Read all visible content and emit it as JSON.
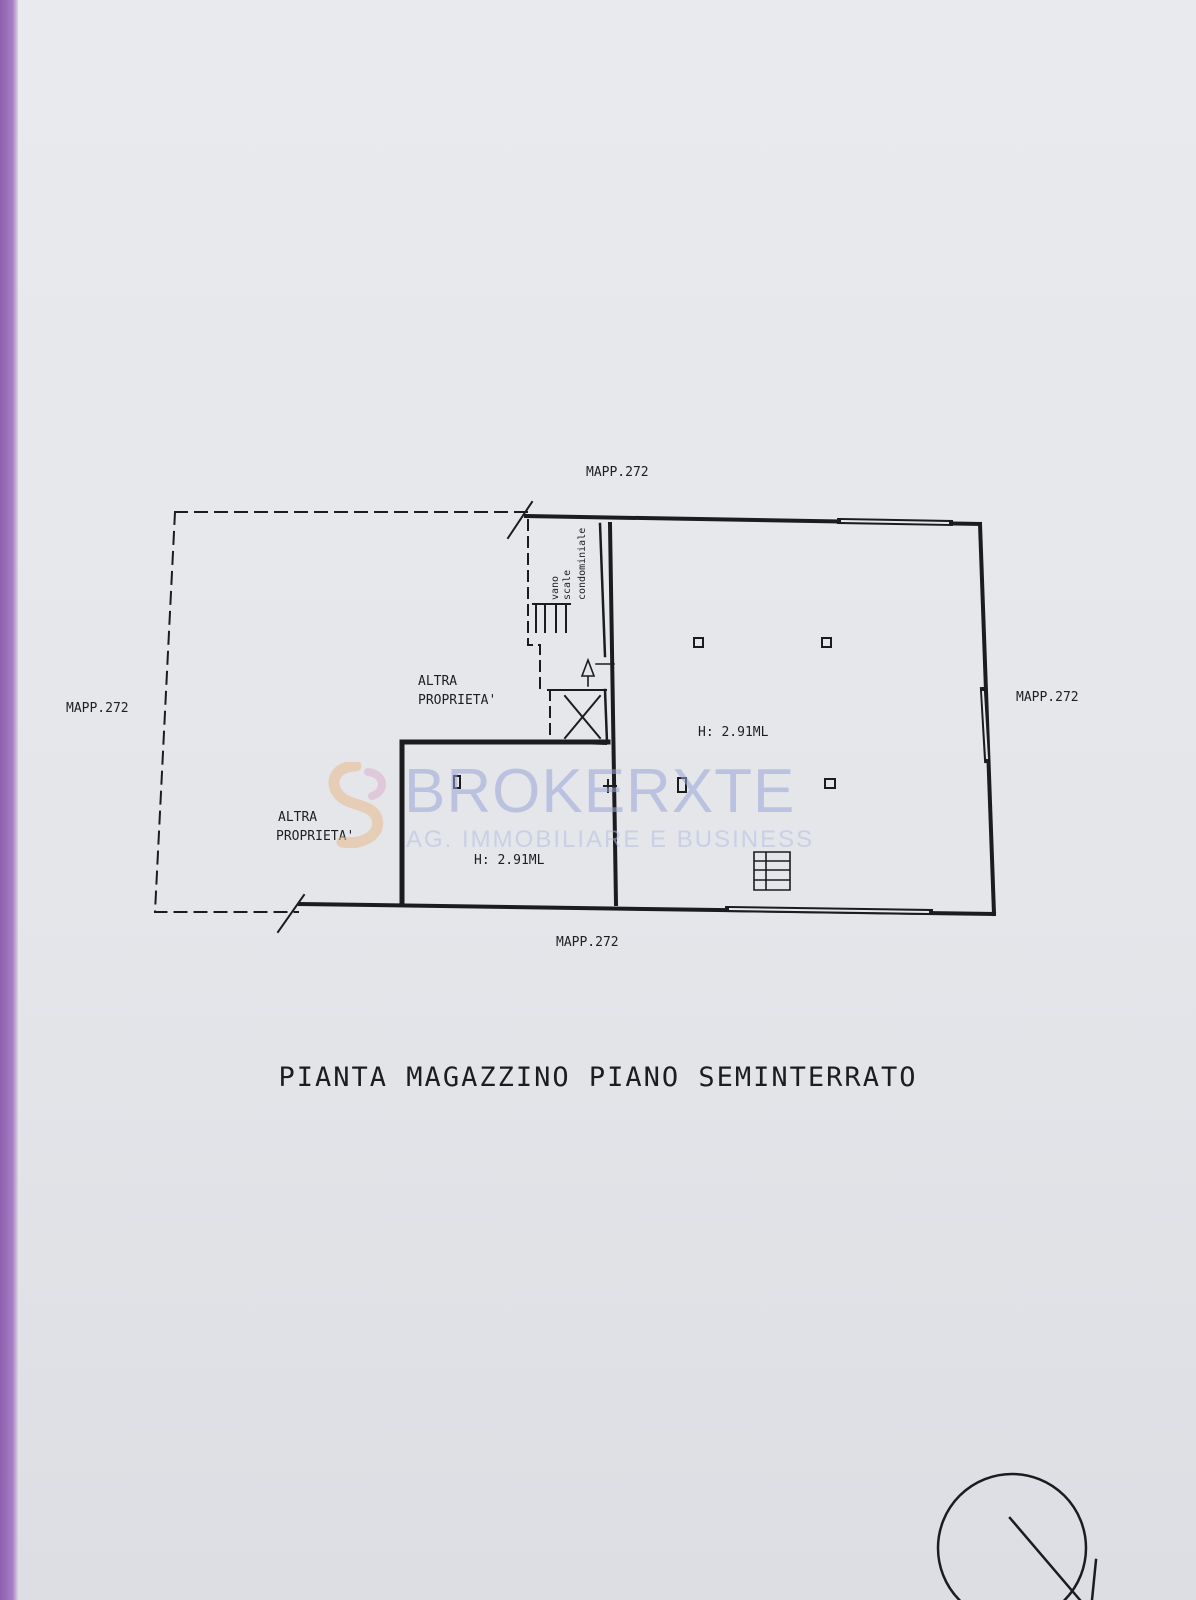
{
  "plan": {
    "labels": {
      "top": "MAPP.272",
      "left": "MAPP.272",
      "right": "MAPP.272",
      "bottom": "MAPP.272",
      "altra_upper_1": "ALTRA",
      "altra_upper_2": "PROPRIETA'",
      "altra_lower_1": "ALTRA",
      "altra_lower_2": "PROPRIETA'",
      "stair_1": "vano",
      "stair_2": "scale",
      "stair_3": "condominiale",
      "room_small_height": "H: 2.91ML",
      "room_large_height": "H: 2.91ML"
    },
    "title": "PIANTA MAGAZZINO PIANO SEMINTERRATO"
  },
  "watermark": {
    "brand": "BROKERXTE",
    "subtitle": "AG. IMMOBILIARE E BUSINESS"
  },
  "colors": {
    "line": "#1c1c1f",
    "paper": "#e6e8ec",
    "watermark": "#9aa6d8"
  }
}
